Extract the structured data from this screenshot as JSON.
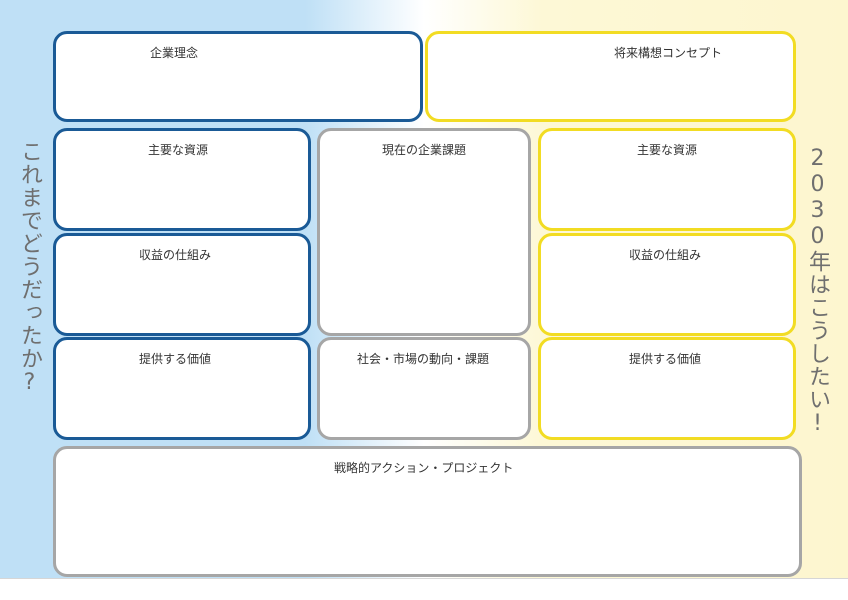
{
  "side_labels": {
    "left": "これまでどうだったか?",
    "right": "2030年はこうしたい!"
  },
  "boxes": {
    "corporate_philosophy": "企業理念",
    "future_concept": "将来構想コンセプト",
    "past_key_resources": "主要な資源",
    "past_revenue_model": "収益の仕組み",
    "past_value_offered": "提供する価値",
    "current_issues": "現在の企業課題",
    "market_trends": "社会・市場の動向・課題",
    "future_key_resources": "主要な資源",
    "future_revenue_model": "収益の仕組み",
    "future_value_offered": "提供する価値",
    "strategic_actions": "戦略的アクション・プロジェクト"
  },
  "colors": {
    "past_border": "#1a5a96",
    "future_border": "#f2dc23",
    "neutral_border": "#a6a6a6",
    "left_background": "#bfe0f6",
    "right_background": "#fdf6cf"
  }
}
